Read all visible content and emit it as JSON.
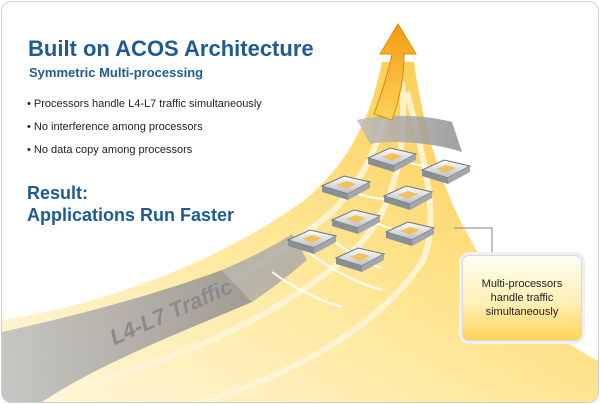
{
  "header": {
    "title": "Built on ACOS Architecture",
    "subtitle": "Symmetric Multi-processing"
  },
  "bullets": [
    "Processors handle L4-L7 traffic simultaneously",
    "No interference among processors",
    "No data copy among processors"
  ],
  "result": {
    "line1": "Result:",
    "line2": "Applications Run Faster"
  },
  "callout": {
    "text": "Multi-processors handle traffic simultaneously"
  },
  "traffic_label": "L4-L7 Traffic",
  "colors": {
    "accent_blue": "#1f5a94",
    "orange": "#f5a81c",
    "yellow": "#ffe07a",
    "gray": "#9e9e9e"
  },
  "icons": [
    "up-arrow-icon",
    "processor-chip-icon"
  ]
}
